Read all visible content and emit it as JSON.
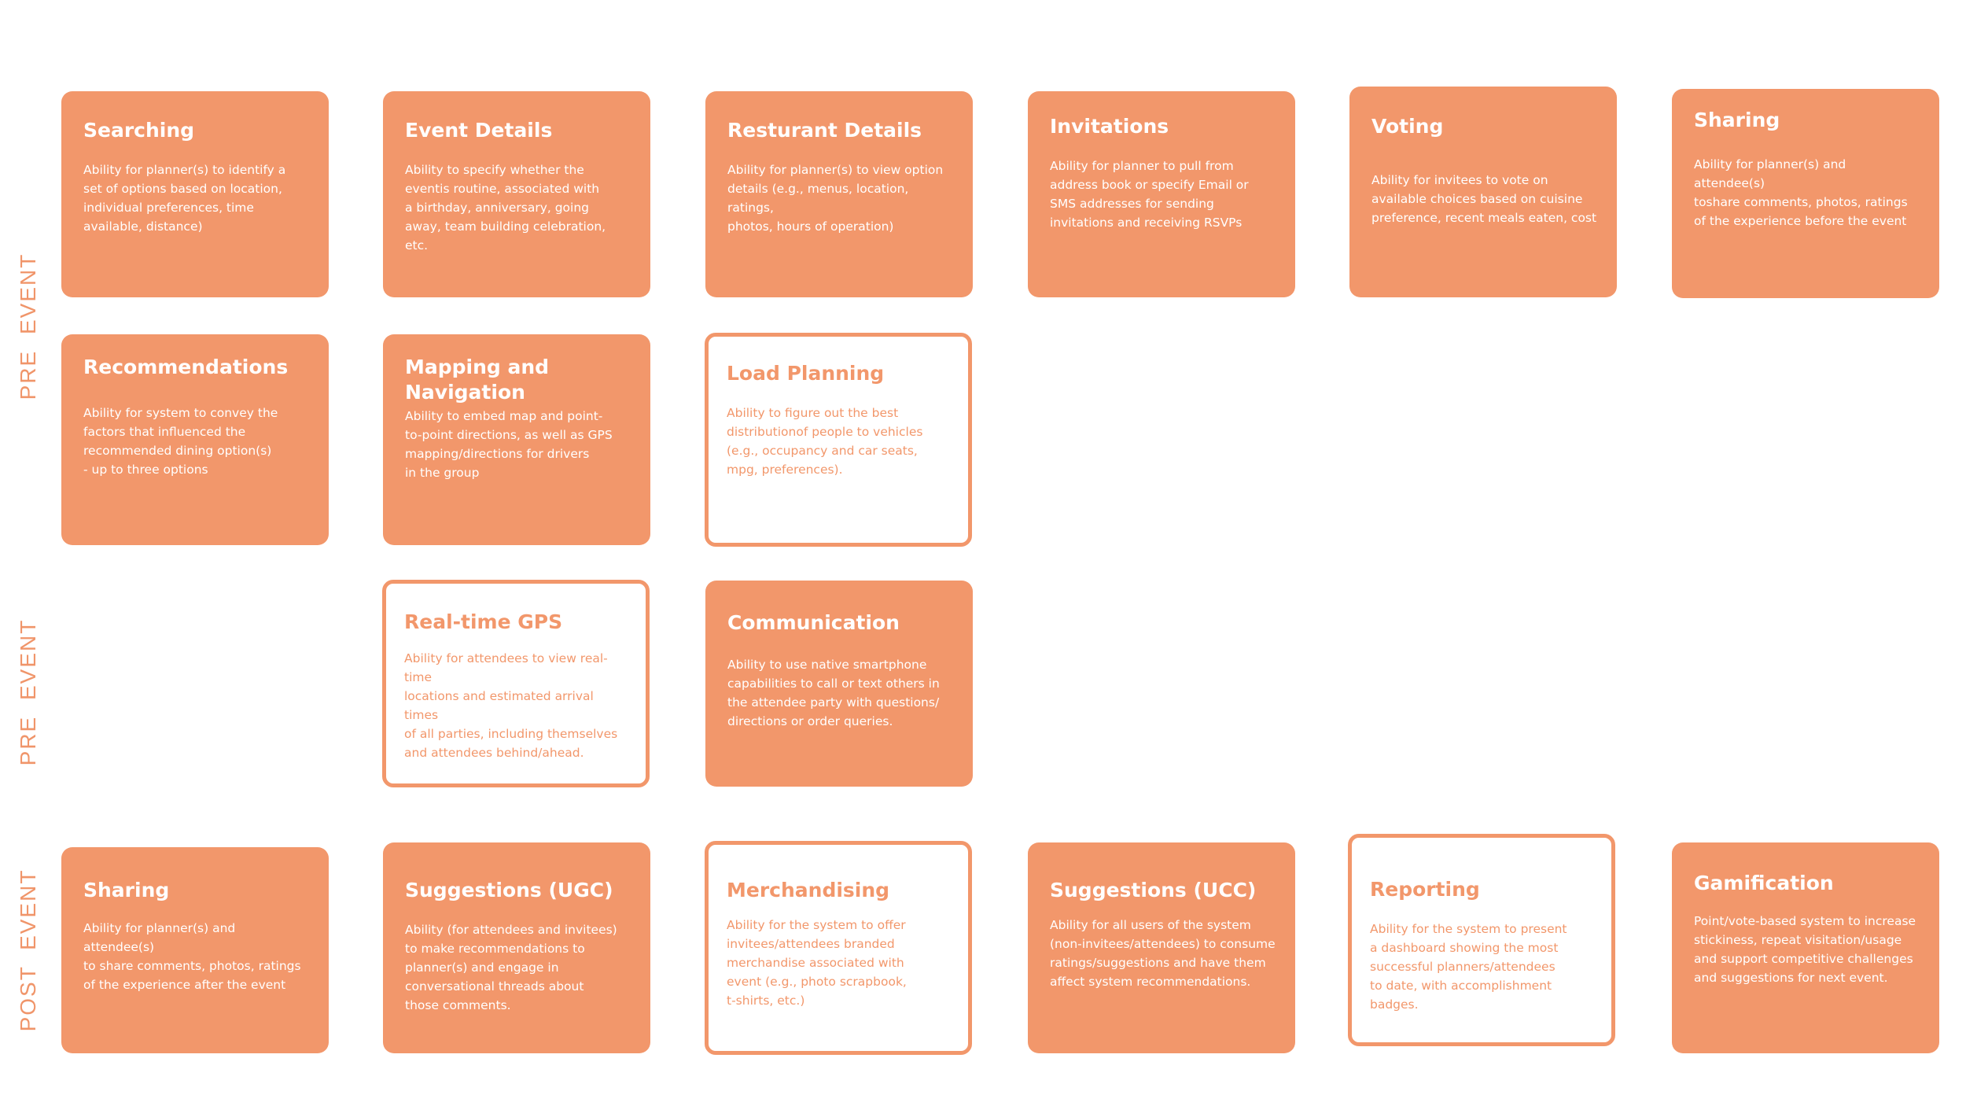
{
  "colors": {
    "accent": "#f2976b",
    "text_on_accent": "#ffffff",
    "background": "#ffffff"
  },
  "phases": [
    {
      "label": "PRE  EVENT"
    },
    {
      "label": "PRE  EVENT"
    },
    {
      "label": "POST EVENT"
    }
  ],
  "cards": [
    {
      "title": "Searching",
      "style": "filled",
      "description": "Ability for planner(s) to identify a\nset of options based on location,\nindividual preferences, time\navailable, distance)"
    },
    {
      "title": "Event Details",
      "style": "filled",
      "description": "Ability to specify whether the\neventis routine, associated with\na birthday, anniversary, going\naway, team building celebration, etc."
    },
    {
      "title": "Resturant Details",
      "style": "filled",
      "description": "Ability for planner(s) to view option\ndetails (e.g., menus, location, ratings,\nphotos, hours of operation)"
    },
    {
      "title": "Invitations",
      "style": "filled",
      "description": "Ability for planner to pull from\naddress book or specify Email or\nSMS addresses for sending\ninvitations and receiving RSVPs"
    },
    {
      "title": "Voting",
      "style": "filled",
      "description": "Ability for invitees to vote on\navailable choices based on cuisine\npreference, recent meals eaten, cost"
    },
    {
      "title": "Sharing",
      "style": "filled",
      "description": "Ability for planner(s) and attendee(s)\ntoshare comments, photos, ratings\nof the experience before the event"
    },
    {
      "title": "Recommendations",
      "style": "filled",
      "description": "Ability for system to convey the\nfactors that influenced the\nrecommended dining option(s)\n- up to three options"
    },
    {
      "title": "Mapping and\nNavigation",
      "style": "filled",
      "description": "Ability to embed map and point-\nto-point directions, as well as GPS\nmapping/directions for drivers\nin the group"
    },
    {
      "title": "Load Planning",
      "style": "outlined",
      "description": "Ability to figure out the best\ndistributionof people to vehicles\n(e.g., occupancy and car seats,\nmpg, preferences)."
    },
    {
      "title": "Real-time GPS",
      "style": "outlined",
      "description": "Ability for attendees to view real-time\nlocations and estimated arrival times\nof all parties, including themselves\nand attendees behind/ahead."
    },
    {
      "title": "Communication",
      "style": "filled",
      "description": "Ability to use native smartphone\ncapabilities to call or text others in\nthe attendee party with questions/\ndirections or order queries."
    },
    {
      "title": "Sharing",
      "style": "filled",
      "description": "Ability for planner(s) and attendee(s)\nto share comments, photos, ratings\nof the experience after the event"
    },
    {
      "title": "Suggestions (UGC)",
      "style": "filled",
      "description": "Ability (for attendees and invitees)\nto make recommendations to\nplanner(s) and engage in\nconversational threads about\nthose comments."
    },
    {
      "title": "Merchandising",
      "style": "outlined",
      "description": "Ability for the system to offer\ninvitees/attendees branded\nmerchandise associated with\nevent (e.g., photo scrapbook,\n t-shirts, etc.)"
    },
    {
      "title": "Suggestions (UCC)",
      "style": "filled",
      "description": "Ability for all users of the system\n(non-invitees/attendees) to consume\nratings/suggestions and have them\naffect system recommendations."
    },
    {
      "title": "Reporting",
      "style": "outlined",
      "description": "Ability for the system to present\na dashboard showing the most\nsuccessful planners/attendees\nto date, with accomplishment\nbadges."
    },
    {
      "title": "Gamification",
      "style": "filled",
      "description": "Point/vote-based system to increase\nstickiness, repeat visitation/usage\nand support competitive challenges\nand suggestions for next event."
    }
  ]
}
